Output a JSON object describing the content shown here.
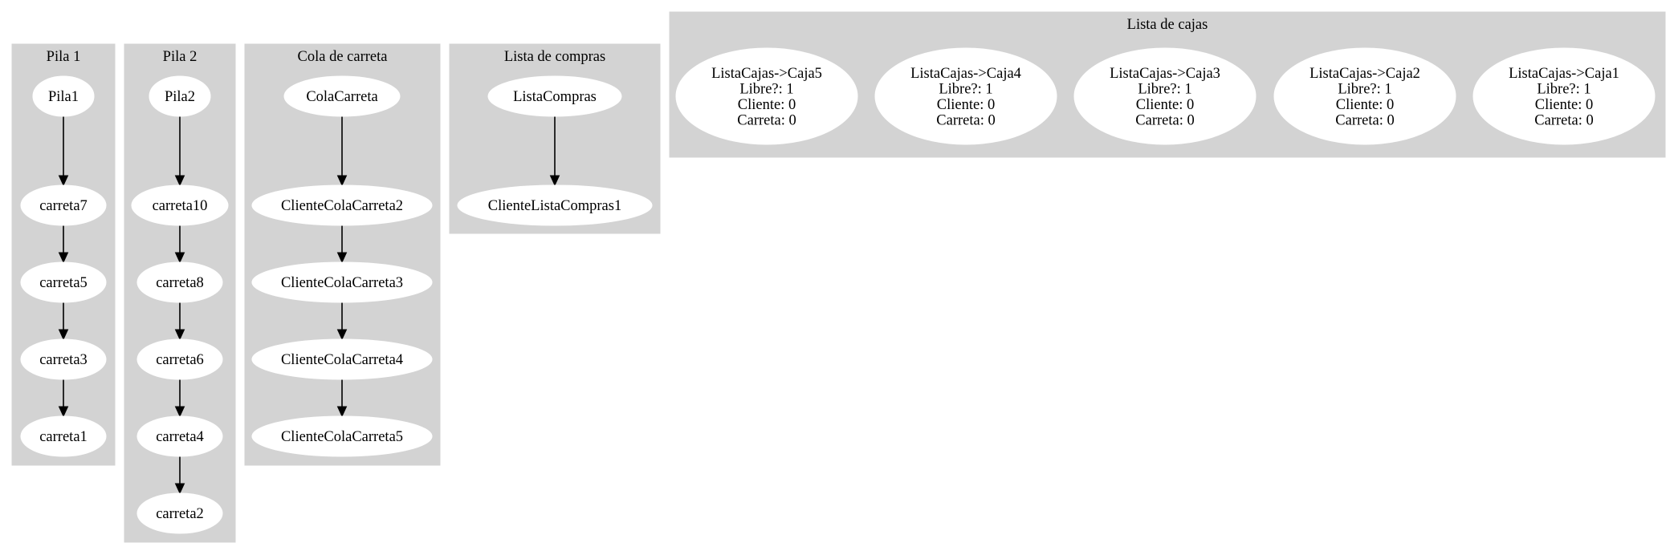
{
  "colors": {
    "cluster_fill": "#d3d3d3",
    "node_fill": "#ffffff",
    "edge": "#000000",
    "background": "#ffffff"
  },
  "clusters": {
    "pila1": {
      "title": "Pila 1"
    },
    "pila2": {
      "title": "Pila 2"
    },
    "cola": {
      "title": "Cola de carreta"
    },
    "compras": {
      "title": "Lista de compras"
    },
    "cajas": {
      "title": "Lista de cajas"
    }
  },
  "nodes": {
    "Pila1": {
      "lines": [
        "Pila1"
      ]
    },
    "carreta7": {
      "lines": [
        "carreta7"
      ]
    },
    "carreta5": {
      "lines": [
        "carreta5"
      ]
    },
    "carreta3": {
      "lines": [
        "carreta3"
      ]
    },
    "carreta1": {
      "lines": [
        "carreta1"
      ]
    },
    "Pila2": {
      "lines": [
        "Pila2"
      ]
    },
    "carreta10": {
      "lines": [
        "carreta10"
      ]
    },
    "carreta8": {
      "lines": [
        "carreta8"
      ]
    },
    "carreta6": {
      "lines": [
        "carreta6"
      ]
    },
    "carreta4": {
      "lines": [
        "carreta4"
      ]
    },
    "carreta2": {
      "lines": [
        "carreta2"
      ]
    },
    "ColaCarreta": {
      "lines": [
        "ColaCarreta"
      ]
    },
    "ClienteColaCarreta2": {
      "lines": [
        "ClienteColaCarreta2"
      ]
    },
    "ClienteColaCarreta3": {
      "lines": [
        "ClienteColaCarreta3"
      ]
    },
    "ClienteColaCarreta4": {
      "lines": [
        "ClienteColaCarreta4"
      ]
    },
    "ClienteColaCarreta5": {
      "lines": [
        "ClienteColaCarreta5"
      ]
    },
    "ListaCompras": {
      "lines": [
        "ListaCompras"
      ]
    },
    "ClienteListaCompras1": {
      "lines": [
        "ClienteListaCompras1"
      ]
    },
    "Caja5": {
      "lines": [
        "ListaCajas->Caja5",
        "Libre?: 1",
        "Cliente: 0",
        "Carreta: 0"
      ]
    },
    "Caja4": {
      "lines": [
        "ListaCajas->Caja4",
        "Libre?: 1",
        "Cliente: 0",
        "Carreta: 0"
      ]
    },
    "Caja3": {
      "lines": [
        "ListaCajas->Caja3",
        "Libre?: 1",
        "Cliente: 0",
        "Carreta: 0"
      ]
    },
    "Caja2": {
      "lines": [
        "ListaCajas->Caja2",
        "Libre?: 1",
        "Cliente: 0",
        "Carreta: 0"
      ]
    },
    "Caja1": {
      "lines": [
        "ListaCajas->Caja1",
        "Libre?: 1",
        "Cliente: 0",
        "Carreta: 0"
      ]
    }
  },
  "edges": [
    [
      "Pila1",
      "carreta7"
    ],
    [
      "carreta7",
      "carreta5"
    ],
    [
      "carreta5",
      "carreta3"
    ],
    [
      "carreta3",
      "carreta1"
    ],
    [
      "Pila2",
      "carreta10"
    ],
    [
      "carreta10",
      "carreta8"
    ],
    [
      "carreta8",
      "carreta6"
    ],
    [
      "carreta6",
      "carreta4"
    ],
    [
      "carreta4",
      "carreta2"
    ],
    [
      "ColaCarreta",
      "ClienteColaCarreta2"
    ],
    [
      "ClienteColaCarreta2",
      "ClienteColaCarreta3"
    ],
    [
      "ClienteColaCarreta3",
      "ClienteColaCarreta4"
    ],
    [
      "ClienteColaCarreta4",
      "ClienteColaCarreta5"
    ],
    [
      "ListaCompras",
      "ClienteListaCompras1"
    ]
  ]
}
